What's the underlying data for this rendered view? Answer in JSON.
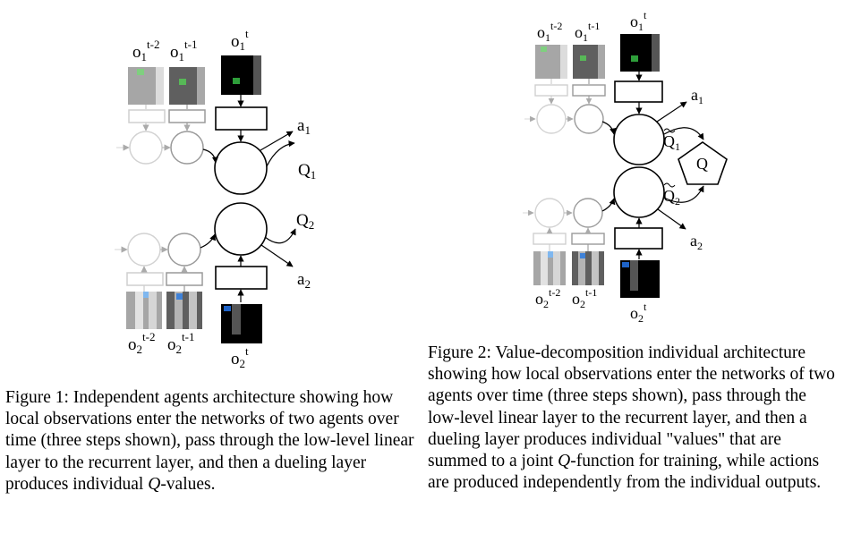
{
  "figure1": {
    "obs_labels": {
      "agent1": [
        "t-2",
        "t-1",
        "t"
      ],
      "agent2": [
        "t-2",
        "t-1",
        "t"
      ]
    },
    "outputs": {
      "a1": "a",
      "a1_sub": "1",
      "q1": "Q",
      "q1_sub": "1",
      "q2": "Q",
      "q2_sub": "2",
      "a2": "a",
      "a2_sub": "2"
    },
    "caption": {
      "label": "Figure 1:",
      "text": "Independent agents architecture showing how local observations enter the networks of two agents over time (three steps shown), pass through the low-level linear layer to the recurrent layer, and then a dueling layer produces individual ",
      "q_symbol": "Q",
      "text_end": "-values."
    }
  },
  "figure2": {
    "outputs": {
      "a1": "a",
      "a1_sub": "1",
      "qt1": "Q",
      "qt1_sub": "1",
      "qt2": "Q",
      "qt2_sub": "2",
      "a2": "a",
      "a2_sub": "2",
      "joint_q": "Q"
    },
    "caption": {
      "label": "Figure 2:",
      "text": "Value-decomposition individual architecture showing how local observations enter the networks of two agents over time (three steps shown), pass through the low-level linear layer to the recurrent layer, and then a dueling layer produces individual \"values\" that are summed to a joint ",
      "q_symbol": "Q",
      "text_end": "-function for training, while actions are produced independently from the individual outputs."
    }
  },
  "obs_symbol": "o",
  "agent1_sub": "1",
  "agent2_sub": "2",
  "colors": {
    "green_marker": "#2e9e3a",
    "blue_marker": "#1e63c8",
    "faded_stroke": "#c8c8c8",
    "mid_stroke": "#8a8a8a"
  }
}
